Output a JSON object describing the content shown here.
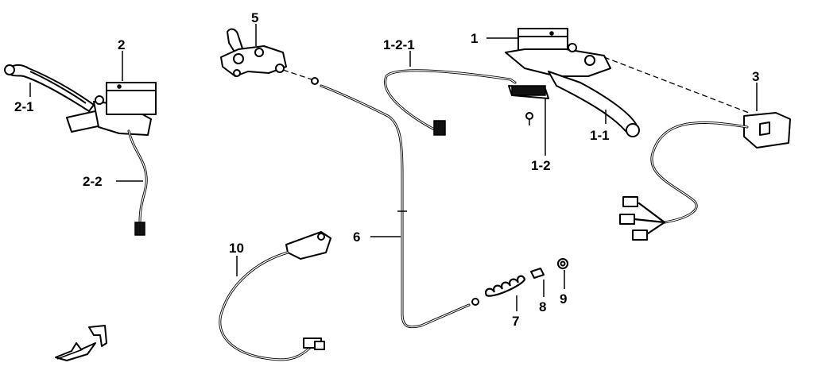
{
  "callouts": {
    "c_1": "1",
    "c_1_1": "1-1",
    "c_1_2": "1-2",
    "c_1_2_1": "1-2-1",
    "c_2": "2",
    "c_2_1": "2-1",
    "c_2_2": "2-2",
    "c_3": "3",
    "c_5": "5",
    "c_6": "6",
    "c_7": "7",
    "c_8": "8",
    "c_9": "9",
    "c_10": "10"
  },
  "colors": {
    "ink": "#000000",
    "background": "#ffffff"
  },
  "icons": {
    "front_marker": "front-direction-arrow-icon"
  }
}
